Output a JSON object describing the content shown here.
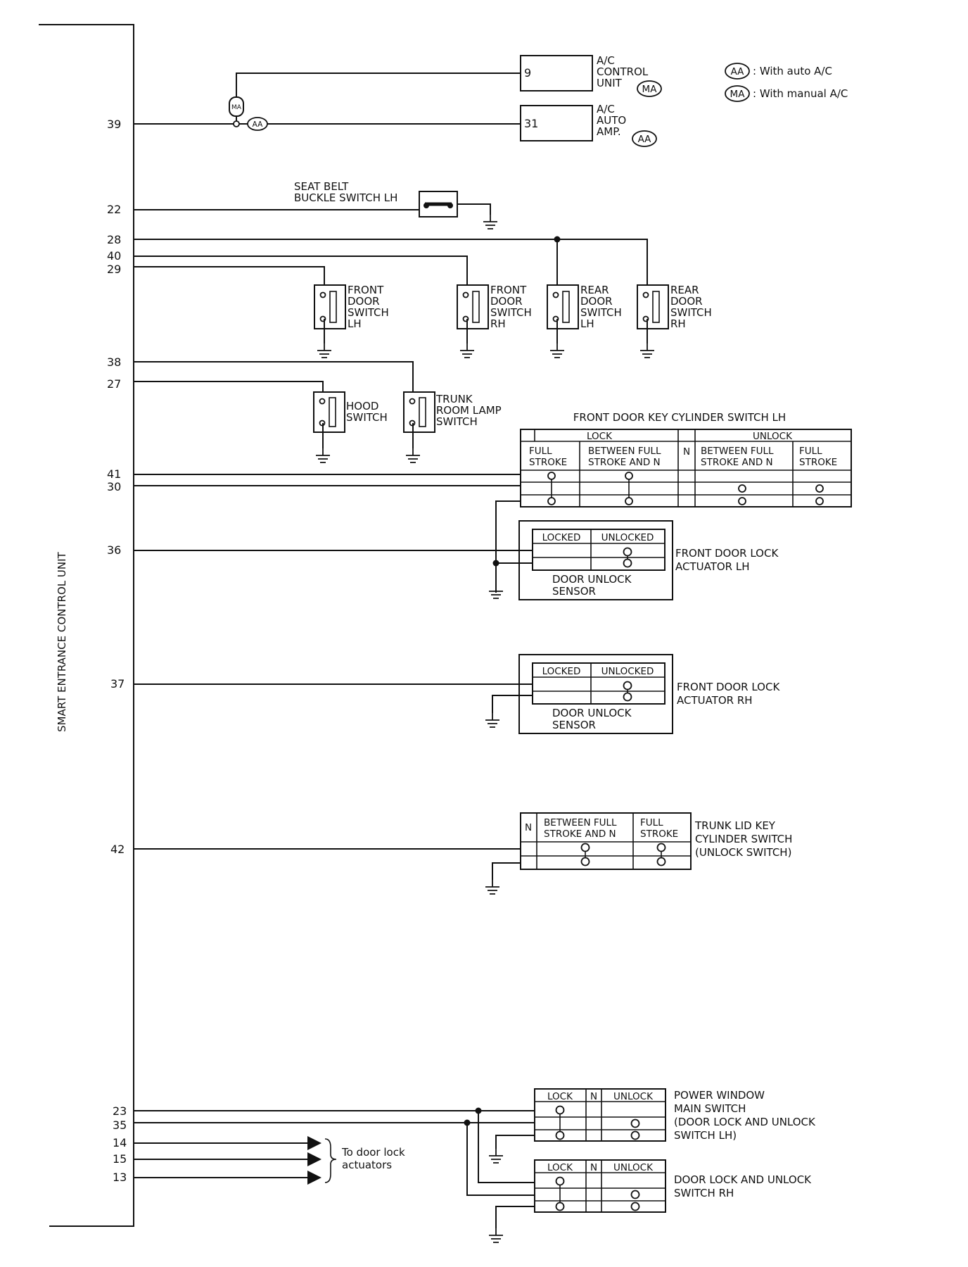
{
  "control_unit_label": "SMART ENTRANCE CONTROL UNIT",
  "legend": [
    {
      "badge": "AA",
      "text": ": With auto A/C"
    },
    {
      "badge": "MA",
      "text": ": With manual A/C"
    }
  ],
  "ac": {
    "control_unit": {
      "pin": "9",
      "lines": [
        "A/C",
        "CONTROL",
        "UNIT"
      ],
      "badge": "MA"
    },
    "auto_amp": {
      "pin": "31",
      "lines": [
        "A/C",
        "AUTO",
        "AMP."
      ],
      "badge": "AA"
    },
    "wire_badge": "AA",
    "fuse_label": "MA"
  },
  "pins": {
    "p39": "39",
    "p22": "22",
    "p28": "28",
    "p40": "40",
    "p29": "29",
    "p38": "38",
    "p27": "27",
    "p41": "41",
    "p30": "30",
    "p36": "36",
    "p37": "37",
    "p42": "42",
    "p23": "23",
    "p35": "35",
    "p14": "14",
    "p15": "15",
    "p13": "13"
  },
  "seat_belt": {
    "lines": [
      "SEAT BELT",
      "BUCKLE SWITCH LH"
    ]
  },
  "door_switches": [
    {
      "lines": [
        "FRONT",
        "DOOR",
        "SWITCH",
        "LH"
      ]
    },
    {
      "lines": [
        "FRONT",
        "DOOR",
        "SWITCH",
        "RH"
      ]
    },
    {
      "lines": [
        "REAR",
        "DOOR",
        "SWITCH",
        "LH"
      ]
    },
    {
      "lines": [
        "REAR",
        "DOOR",
        "SWITCH",
        "RH"
      ]
    }
  ],
  "hood_switch": {
    "lines": [
      "HOOD",
      "SWITCH"
    ]
  },
  "trunk_lamp_switch": {
    "lines": [
      "TRUNK",
      "ROOM LAMP",
      "SWITCH"
    ]
  },
  "key_cylinder_lh": {
    "title": "FRONT DOOR KEY CYLINDER SWITCH LH",
    "lock": "LOCK",
    "unlock": "UNLOCK",
    "n": "N",
    "cols": [
      [
        "FULL",
        "STROKE"
      ],
      [
        "BETWEEN FULL",
        "STROKE AND N"
      ],
      [
        "BETWEEN FULL",
        "STROKE AND N"
      ],
      [
        "FULL",
        "STROKE"
      ]
    ]
  },
  "actuator_lh": {
    "locked": "LOCKED",
    "unlocked": "UNLOCKED",
    "sensor": [
      "DOOR UNLOCK",
      "SENSOR"
    ],
    "label": [
      "FRONT DOOR LOCK",
      "ACTUATOR LH"
    ]
  },
  "actuator_rh": {
    "locked": "LOCKED",
    "unlocked": "UNLOCKED",
    "sensor": [
      "DOOR UNLOCK",
      "SENSOR"
    ],
    "label": [
      "FRONT DOOR LOCK",
      "ACTUATOR RH"
    ]
  },
  "trunk_key": {
    "n": "N",
    "col1": [
      "BETWEEN FULL",
      "STROKE AND N"
    ],
    "col2": [
      "FULL",
      "STROKE"
    ],
    "label": [
      "TRUNK LID KEY",
      "CYLINDER SWITCH",
      "(UNLOCK SWITCH)"
    ]
  },
  "pw_main": {
    "lock": "LOCK",
    "n": "N",
    "unlock": "UNLOCK",
    "label": [
      "POWER WINDOW",
      "MAIN SWITCH",
      "(DOOR LOCK AND UNLOCK",
      "SWITCH LH)"
    ]
  },
  "rh_switch": {
    "lock": "LOCK",
    "n": "N",
    "unlock": "UNLOCK",
    "label": [
      "DOOR LOCK AND UNLOCK",
      "SWITCH RH"
    ]
  },
  "actuators_note": [
    "To door lock",
    "actuators"
  ]
}
